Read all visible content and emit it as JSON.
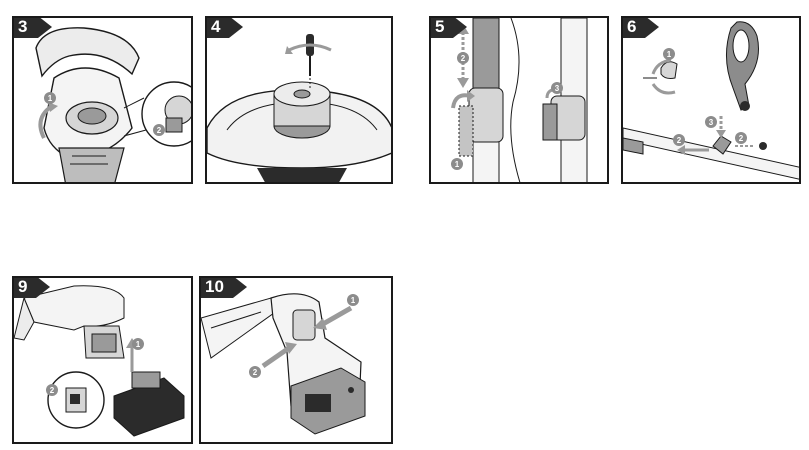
{
  "steps": [
    {
      "number": "3",
      "callouts": [
        "1",
        "2"
      ]
    },
    {
      "number": "4",
      "callouts": []
    },
    {
      "number": "5",
      "callouts": [
        "2",
        "1",
        "3"
      ]
    },
    {
      "number": "6",
      "callouts": [
        "1",
        "3",
        "2",
        "2"
      ]
    },
    {
      "number": "9",
      "callouts": [
        "1",
        "2"
      ]
    },
    {
      "number": "10",
      "callouts": [
        "1",
        "2"
      ]
    }
  ],
  "colors": {
    "ink": "#1a1a1a",
    "tab": "#2b2b2b",
    "shade": "#9a9a9a",
    "light": "#d6d6d6"
  }
}
